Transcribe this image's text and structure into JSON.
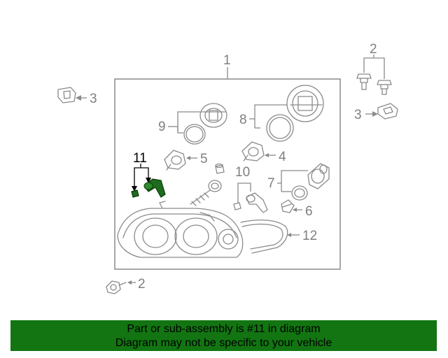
{
  "callouts": {
    "c1": "1",
    "c2_top": "2",
    "c2_bottom": "2",
    "c3_left": "3",
    "c3_right": "3",
    "c4": "4",
    "c5": "5",
    "c6": "6",
    "c7": "7",
    "c8": "8",
    "c9": "9",
    "c10": "10",
    "c11": "11",
    "c12": "12"
  },
  "colors": {
    "highlight": "#1f6b1f",
    "banner": "#127512",
    "line": "#8a8a8a"
  },
  "banner": {
    "line1": "Part or sub-assembly is #11 in diagram",
    "line2": "Diagram may not be specific to your vehicle"
  }
}
